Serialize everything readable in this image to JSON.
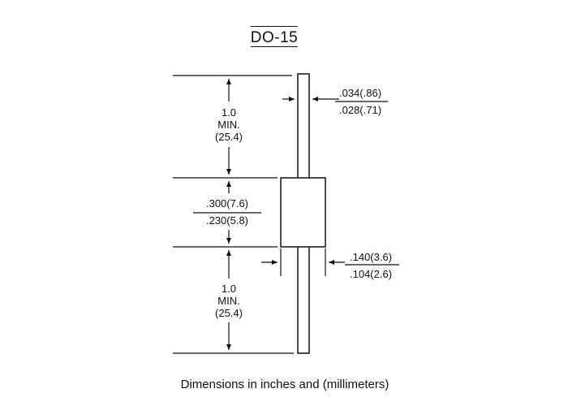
{
  "title": "DO-15",
  "lead_length_top": {
    "value": "1.0",
    "qualifier": "MIN.",
    "metric": "(25.4)"
  },
  "body_length": {
    "max": ".300(7.6)",
    "min": ".230(5.8)"
  },
  "lead_length_bottom": {
    "value": "1.0",
    "qualifier": "MIN.",
    "metric": "(25.4)"
  },
  "lead_diameter": {
    "max": ".034(.86)",
    "min": ".028(.71)"
  },
  "body_diameter": {
    "max": ".140(3.6)",
    "min": ".104(2.6)"
  },
  "caption": "Dimensions in inches and (millimeters)"
}
